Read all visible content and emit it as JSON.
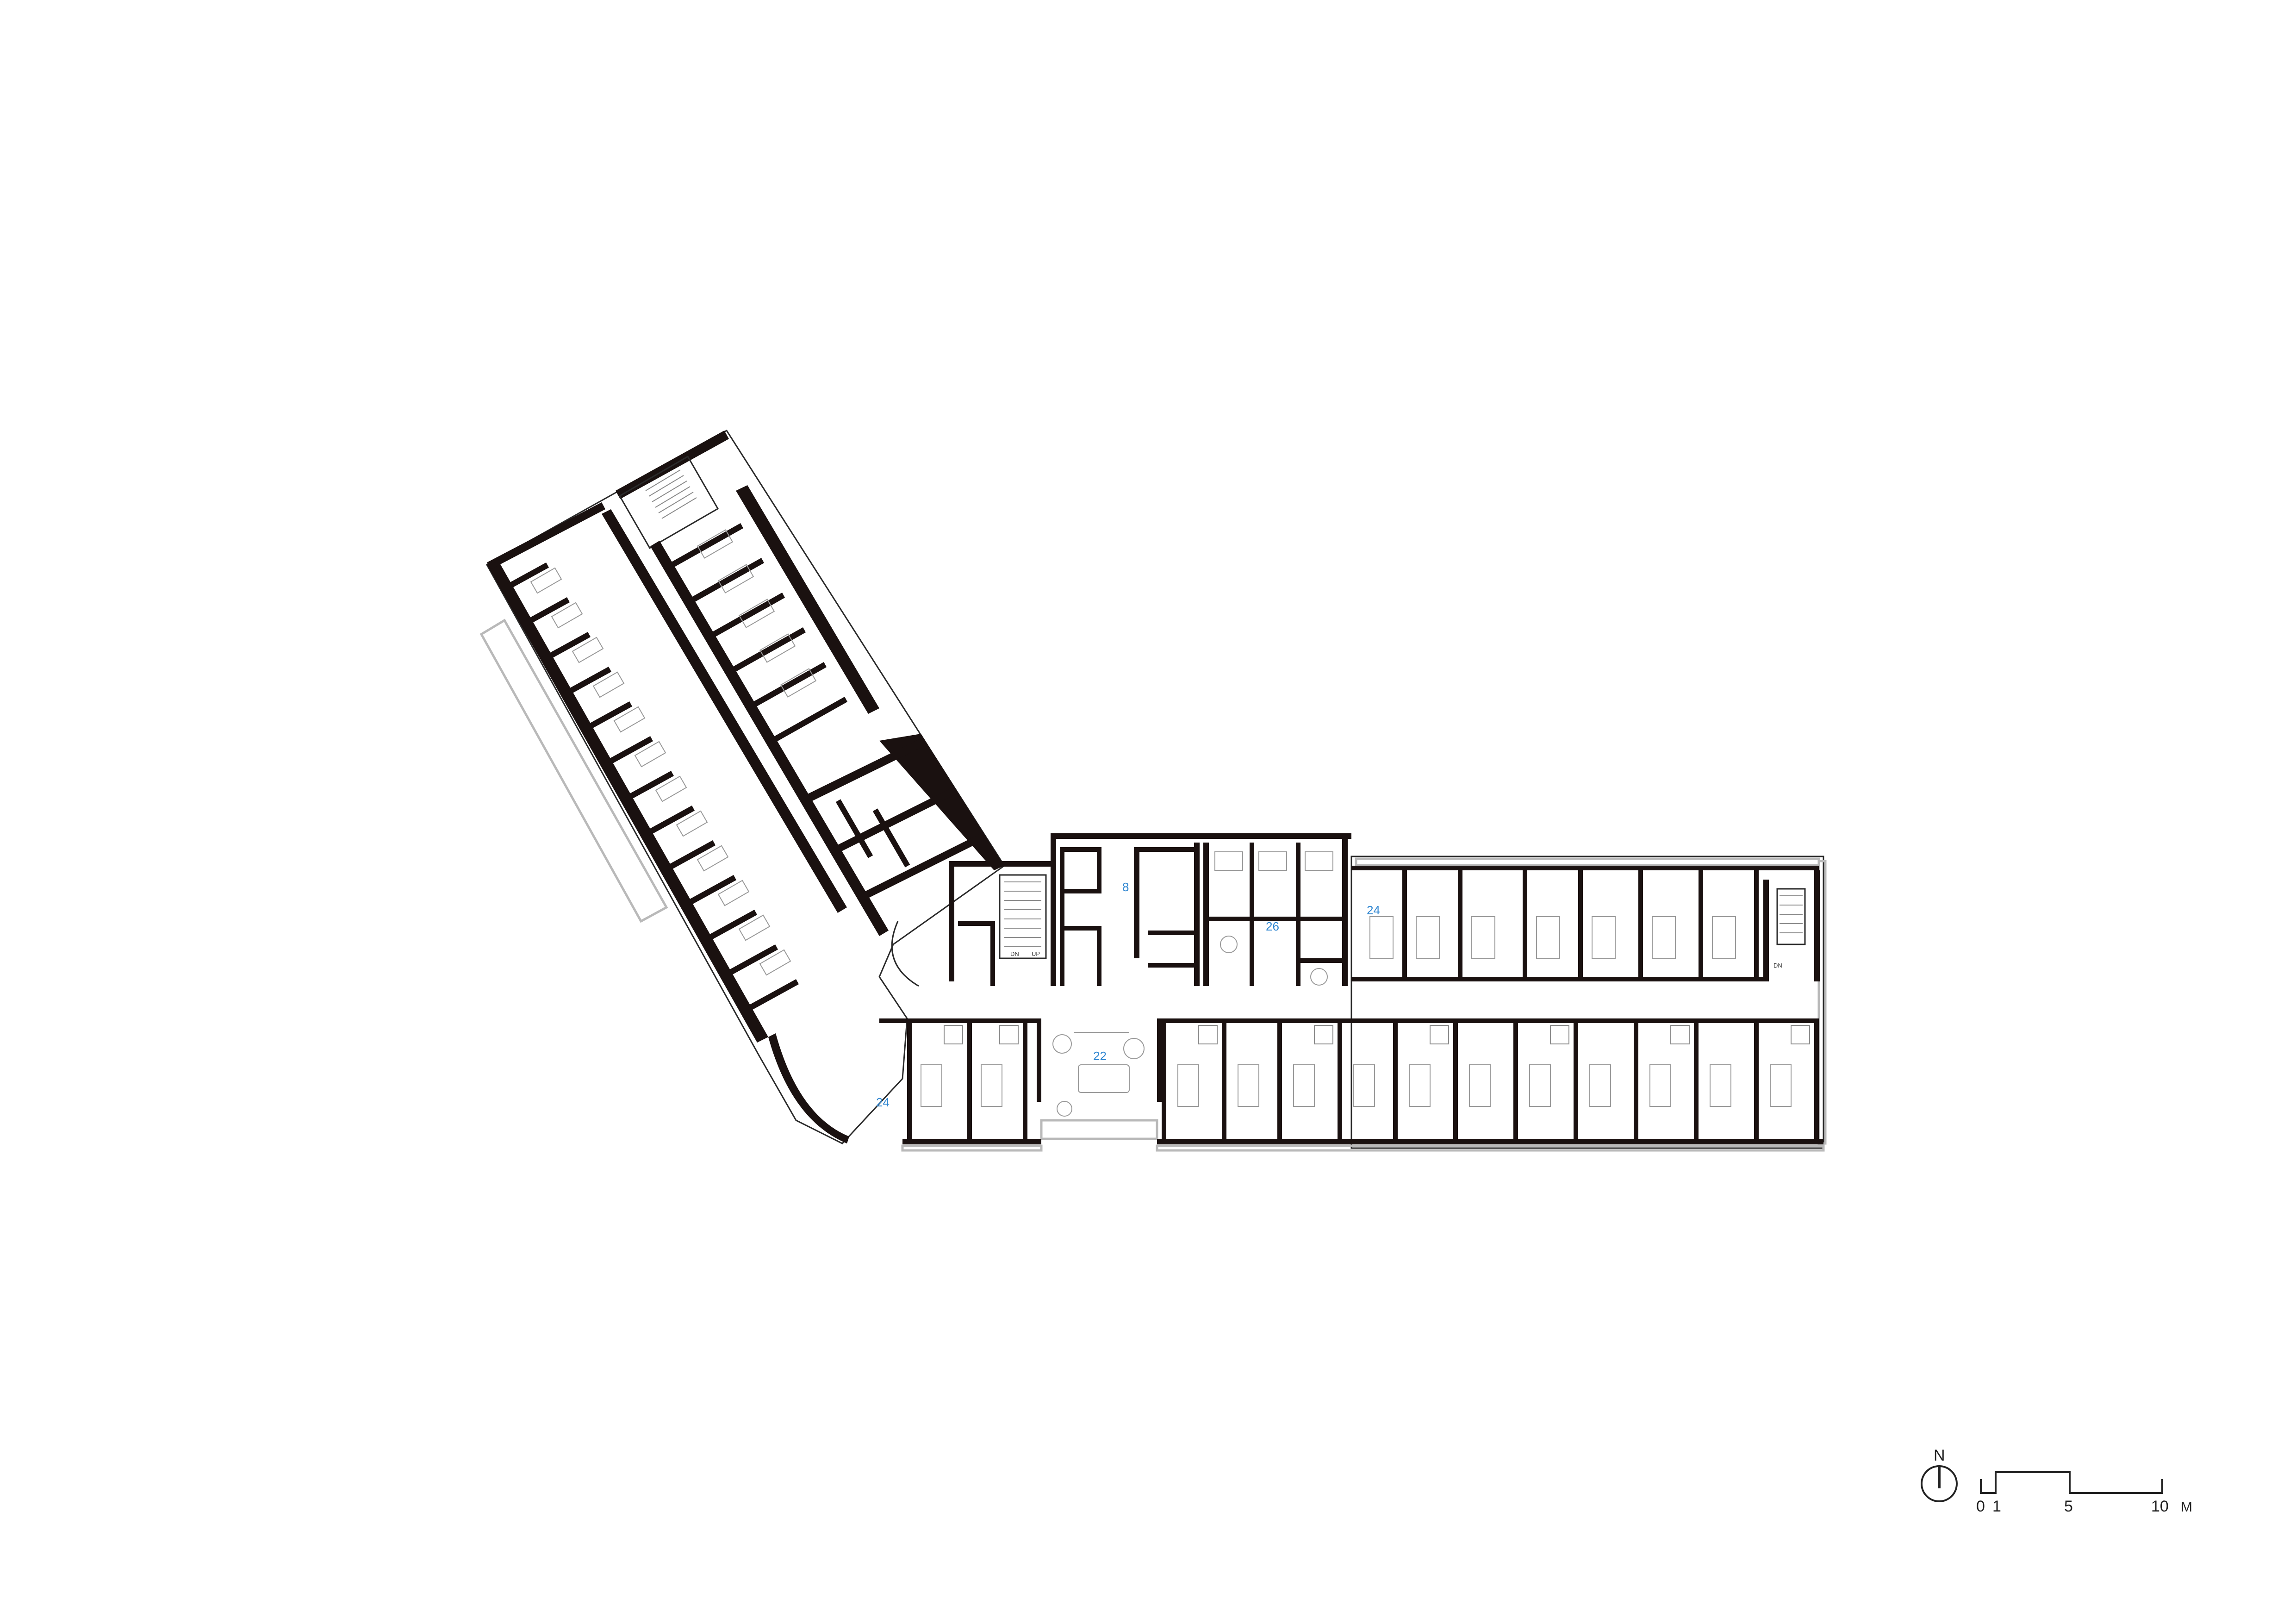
{
  "room_labels": {
    "room_8": "8",
    "room_26": "26",
    "room_24_east": "24",
    "room_22": "22",
    "room_24_west": "24"
  },
  "stair_labels": {
    "dn_center": "DN",
    "up_center": "UP",
    "dn_east": "DN"
  },
  "north_arrow": {
    "label": "N"
  },
  "scale_bar": {
    "tick_0": "0",
    "tick_1": "1",
    "tick_5": "5",
    "tick_10": "10",
    "unit": "M"
  },
  "colors": {
    "wall": "#1a1110",
    "room_label": "#2f86d1",
    "background": "#ffffff"
  }
}
